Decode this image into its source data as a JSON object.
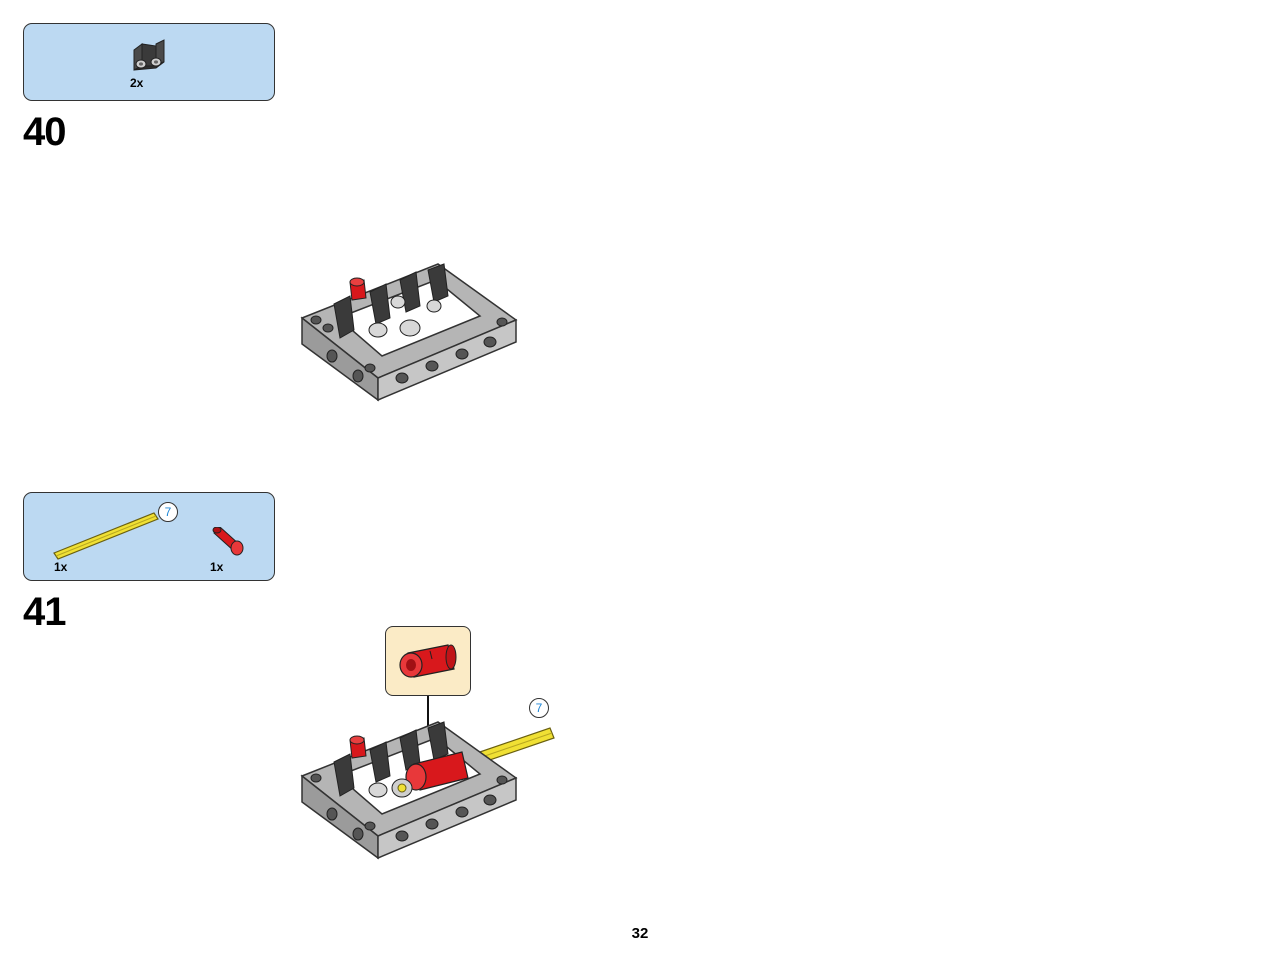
{
  "page_number": "32",
  "steps": [
    {
      "number": "40",
      "parts": [
        {
          "name": "perpendicular connector",
          "qty": "2x",
          "color": "#3a3a3a"
        }
      ]
    },
    {
      "number": "41",
      "parts": [
        {
          "name": "axle",
          "qty": "1x",
          "color": "#f0e034",
          "length": "7"
        },
        {
          "name": "axle connector",
          "qty": "1x",
          "color": "#d8181c"
        }
      ],
      "callout_length": "7"
    }
  ],
  "colors": {
    "parts_box": "#bcd9f2",
    "callout_box": "#fbebc6",
    "frame_gray": "#a8a8a8",
    "dark_gray": "#3a3a3a",
    "red": "#d8181c",
    "yellow": "#f0e034"
  }
}
